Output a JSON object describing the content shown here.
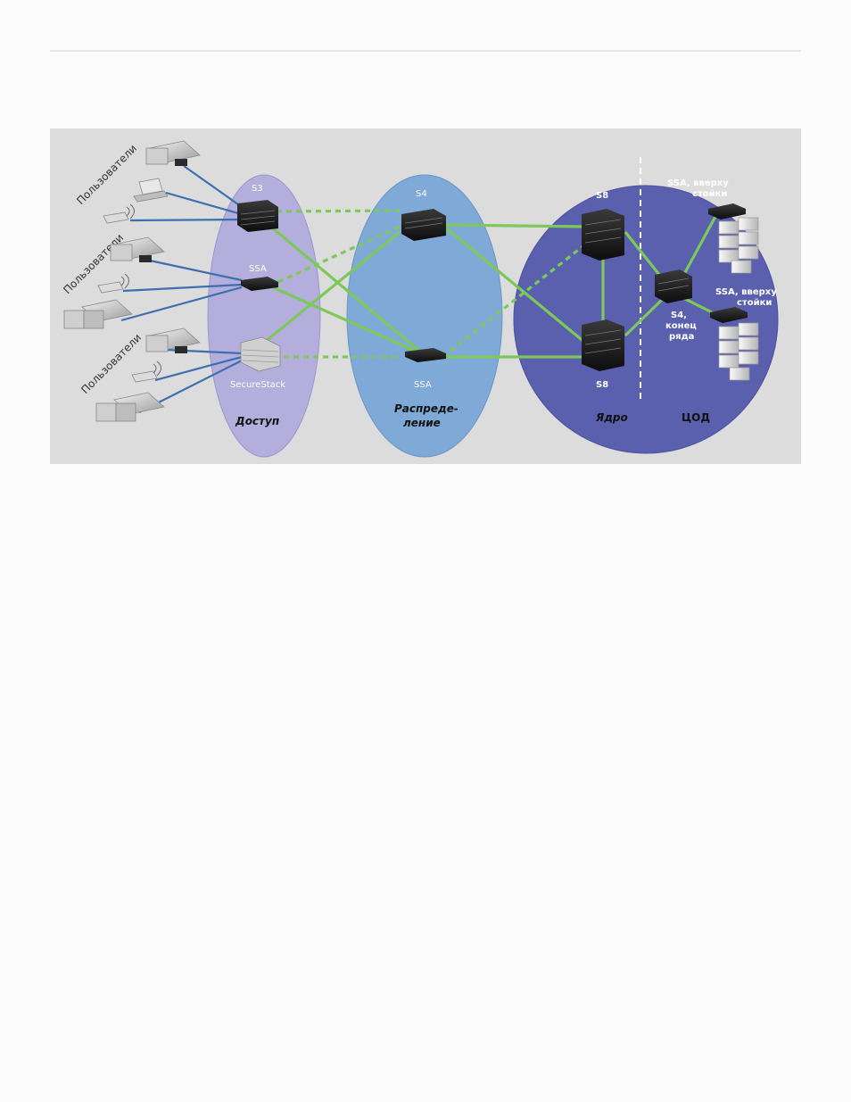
{
  "diagram": {
    "zones": {
      "access": "Доступ",
      "distribution_line1": "Распреде-",
      "distribution_line2": "ление",
      "core": "Ядро",
      "datacenter": "ЦОД"
    },
    "user_groups": [
      "Пользователи",
      "Пользователи",
      "Пользователи"
    ],
    "devices": {
      "s3": "S3",
      "ssa_access": "SSA",
      "securestack": "SecureStack",
      "s4_dist": "S4",
      "ssa_dist": "SSA",
      "s8_top": "S8",
      "s8_bottom": "S8",
      "s4_row_line1": "S4,",
      "s4_row_line2": "конец",
      "s4_row_line3": "ряда",
      "ssa_top_rack_1_line1": "SSA, вверху",
      "ssa_top_rack_1_line2": "стойки",
      "ssa_top_rack_2_line1": "SSA, вверху",
      "ssa_top_rack_2_line2": "стойки"
    },
    "colors": {
      "background": "#dcdcdc",
      "access_zone": "#b4aedc",
      "distribution_zone": "#7fa9d6",
      "core_zone": "#5a5fae",
      "user_link": "#3d6fb0",
      "backbone_link": "#7cc95a",
      "device_dark": "#1b1b1b"
    }
  }
}
